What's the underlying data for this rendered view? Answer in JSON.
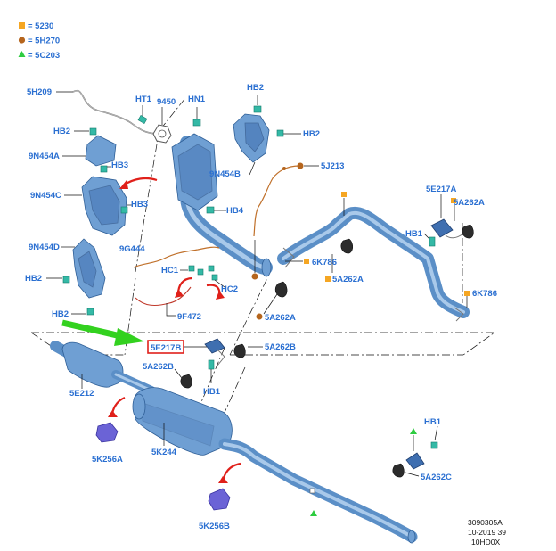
{
  "legend": [
    {
      "marker": "square",
      "color": "#f5a623",
      "code": "= 5230"
    },
    {
      "marker": "circle",
      "color": "#b5651d",
      "code": "= 5H270"
    },
    {
      "marker": "triangle",
      "color": "#2ecc40",
      "code": "= 5C203"
    }
  ],
  "labels": {
    "5H209": "5H209",
    "HT1": "HT1",
    "9450": "9450",
    "HN1": "HN1",
    "HB2_top": "HB2",
    "HB2_a": "HB2",
    "HB2_b": "HB2",
    "HB2_c": "HB2",
    "HB2_d": "HB2",
    "9N454A": "9N454A",
    "HB3_a": "HB3",
    "HB3_b": "HB3",
    "9N454C": "9N454C",
    "9N454B": "9N454B",
    "5J213": "5J213",
    "HB4": "HB4",
    "5E217A": "5E217A",
    "5A262A_a": "5A262A",
    "5A262A_b": "5A262A",
    "5A262A_c": "5A262A",
    "9N454D": "9N454D",
    "9G444": "9G444",
    "HC1": "HC1",
    "HC2": "HC2",
    "HB1_a": "HB1",
    "HB1_b": "HB1",
    "HB1_c": "HB1",
    "6K786_a": "6K786",
    "6K786_b": "6K786",
    "9F472": "9F472",
    "5E217B": "5E217B",
    "5A262B_a": "5A262B",
    "5A262B_b": "5A262B",
    "5E212": "5E212",
    "5K244": "5K244",
    "5K256A": "5K256A",
    "5K256B": "5K256B",
    "5A262C": "5A262C"
  },
  "reference": {
    "line1": "3090305A",
    "line2": "10-2019 39",
    "line3": "10HD0X"
  },
  "colors": {
    "label_blue": "#2a6fd1",
    "highlight_box": "#e0201a",
    "pointer_arrow": "#33d11f"
  }
}
